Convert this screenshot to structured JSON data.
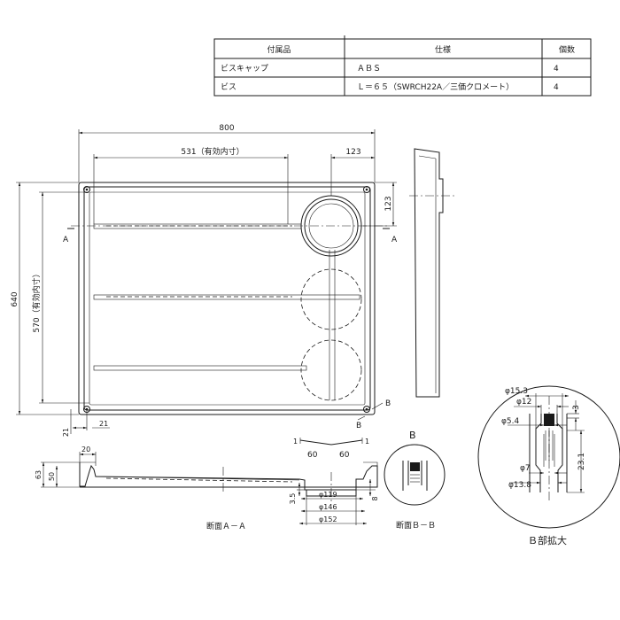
{
  "parts_table": {
    "headers": [
      "付属品",
      "仕様",
      "個数"
    ],
    "rows": [
      [
        "ビスキャップ",
        "ＡＢＳ",
        "4"
      ],
      [
        "ビス",
        "Ｌ＝６５（SWRCH22A／三価クロメート）",
        "4"
      ]
    ]
  },
  "plan_view": {
    "dim_width": "800",
    "dim_inner_width": "531（有効内寸）",
    "dim_drain_offset": "123",
    "dim_drain_offset_v": "123",
    "dim_height": "640",
    "dim_inner_height": "570（有効内寸）",
    "dim_corner_x": "21",
    "dim_corner_y": "21",
    "section_mark_a": "A",
    "section_mark_b": "B"
  },
  "slope": {
    "ratio_left": "1",
    "ratio_right": "1",
    "run_left": "60",
    "run_right": "60"
  },
  "section_aa": {
    "title": "断面Ａ－Ａ",
    "dim_rim": "20",
    "dim_total_height": "63",
    "dim_height": "50",
    "dim_phi_119": "φ119",
    "dim_phi_146": "φ146",
    "dim_phi_152": "φ152",
    "dim_3_5": "3.5",
    "dim_8": "8"
  },
  "section_bb": {
    "circle_label": "B",
    "title": "断面Ｂ－Ｂ"
  },
  "detail_b": {
    "title": "Ｂ部拡大",
    "dim_phi_15_3": "φ15.3",
    "dim_phi_12": "φ12",
    "dim_phi_5_4": "φ5.4",
    "dim_phi_7": "φ7",
    "dim_phi_13_8": "φ13.8",
    "dim_3": "3",
    "dim_23_1": "23.1"
  }
}
